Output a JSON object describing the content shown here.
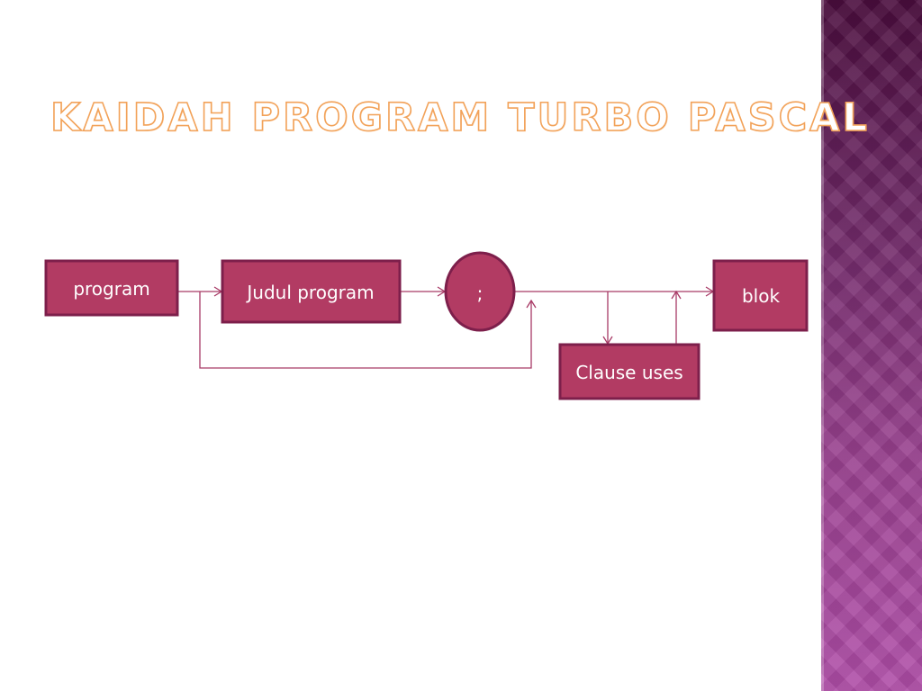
{
  "slide": {
    "title": "Kaidah Program Turbo Pascal"
  },
  "diagram": {
    "nodes": {
      "program": "program",
      "judul_program": "Judul program",
      "semicolon": ";",
      "blok": "blok",
      "clause_uses": "Clause uses"
    }
  },
  "colors": {
    "title_outline": "#f2a259",
    "node_fill": "#b23b63",
    "node_border": "#7d1f4b",
    "connector": "#a83a66",
    "side_panel_top": "#4a0d3d",
    "side_panel_bottom": "#b04ea8"
  }
}
